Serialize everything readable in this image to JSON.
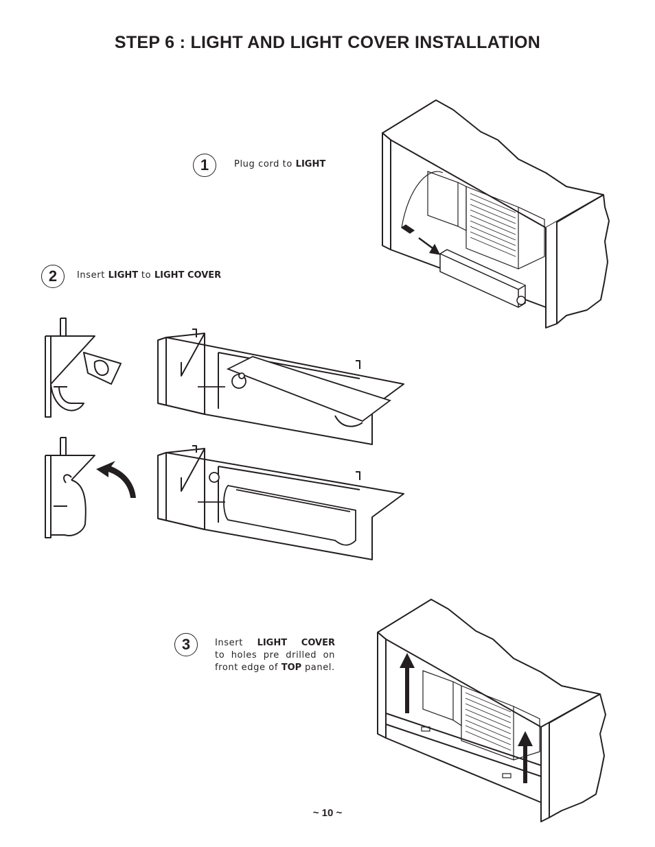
{
  "title": "STEP 6 : LIGHT AND LIGHT COVER  INSTALLATION",
  "steps": [
    {
      "number": "1",
      "prefix": "Plug cord to ",
      "bold1": "LIGHT"
    },
    {
      "number": "2",
      "prefix": "Insert ",
      "bold1": "LIGHT",
      "middle": " to ",
      "bold2": "LIGHT COVER"
    },
    {
      "number": "3",
      "line1_a": "Insert",
      "line1_b": "LIGHT",
      "line1_c": "COVER",
      "line2": "to holes pre drilled on",
      "line3_a": "front edge of ",
      "line3_b": "TOP",
      "line3_c": " panel."
    }
  ],
  "page_number": "~ 10 ~"
}
